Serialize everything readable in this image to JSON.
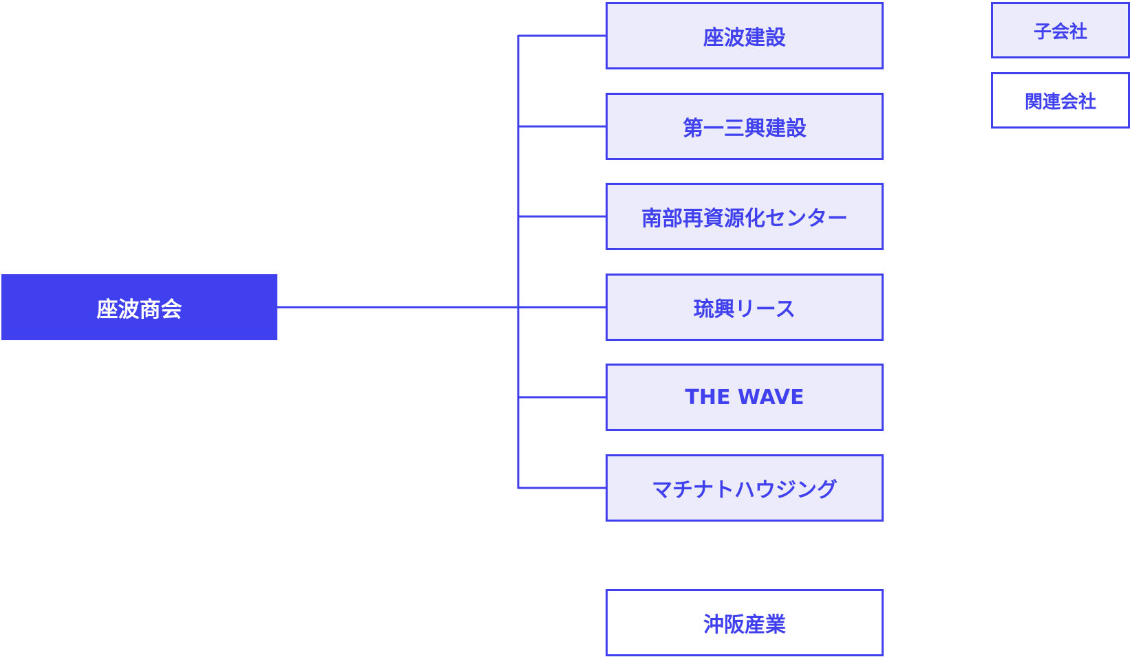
{
  "parent": {
    "label": "座波商会"
  },
  "subsidiaries": [
    {
      "label": "座波建設"
    },
    {
      "label": "第一三興建設"
    },
    {
      "label": "南部再資源化センター"
    },
    {
      "label": "琉興リース"
    },
    {
      "label": "THE WAVE"
    },
    {
      "label": "マチナトハウジング"
    }
  ],
  "affiliates": [
    {
      "label": "沖阪産業"
    }
  ],
  "legend": {
    "subsidiary": "子会社",
    "affiliate": "関連会社"
  },
  "colors": {
    "accent": "#4040ee",
    "subsidiary_fill": "#ebebfb",
    "affiliate_fill": "#ffffff",
    "parent_text": "#ffffff"
  }
}
